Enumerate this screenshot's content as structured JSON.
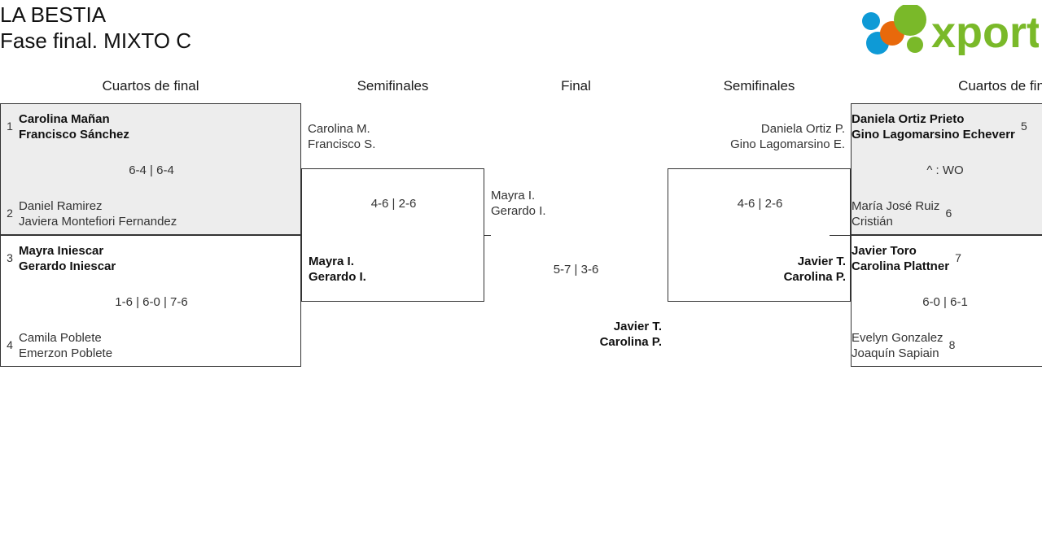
{
  "header": {
    "title_line1": "LA BESTIA",
    "title_line2": "Fase final. MIXTO C",
    "logo_text": "xporty"
  },
  "colors": {
    "shade": "#ededed",
    "border": "#333333",
    "text": "#333333",
    "logo_green": "#7ab929",
    "logo_blue": "#0e9ad6",
    "logo_orange": "#e8690b"
  },
  "rounds": {
    "qf_left": "Cuartos de final",
    "sf_left": "Semifinales",
    "final": "Final",
    "sf_right": "Semifinales",
    "qf_right": "Cuartos de fin"
  },
  "bracket": {
    "qf_left": [
      {
        "teams": [
          {
            "seed": "1",
            "player1": "Carolina Mañan",
            "player2": "Francisco Sánchez",
            "winner": true
          },
          {
            "seed": "2",
            "player1": "Daniel Ramirez",
            "player2": "Javiera Montefiori Fernandez",
            "winner": false
          }
        ],
        "score": "6-4 | 6-4"
      },
      {
        "teams": [
          {
            "seed": "3",
            "player1": "Mayra Iniescar",
            "player2": "Gerardo Iniescar",
            "winner": true
          },
          {
            "seed": "4",
            "player1": "Camila Poblete",
            "player2": "Emerzon Poblete",
            "winner": false
          }
        ],
        "score": "1-6 | 6-0 | 7-6"
      }
    ],
    "qf_right": [
      {
        "teams": [
          {
            "seed": "5",
            "player1": "Daniela Ortiz Prieto",
            "player2": "Gino Lagomarsino Echeverr",
            "winner": true
          },
          {
            "seed": "6",
            "player1": "María José Ruiz",
            "player2": "Cristián",
            "winner": false
          }
        ],
        "score": "^ : WO"
      },
      {
        "teams": [
          {
            "seed": "7",
            "player1": "Javier Toro",
            "player2": "Carolina Plattner",
            "winner": true
          },
          {
            "seed": "8",
            "player1": "Evelyn Gonzalez",
            "player2": "Joaquín Sapiain",
            "winner": false
          }
        ],
        "score": "6-0 | 6-1"
      }
    ],
    "sf_left": {
      "top_team": {
        "player1": "Carolina M.",
        "player2": "Francisco S.",
        "winner": false
      },
      "bottom_team": {
        "player1": "Mayra I.",
        "player2": "Gerardo I.",
        "winner": true
      },
      "score": "4-6 | 2-6"
    },
    "sf_right": {
      "top_team": {
        "player1": "Daniela Ortiz P.",
        "player2": "Gino Lagomarsino E.",
        "winner": false
      },
      "bottom_team": {
        "player1": "Javier T.",
        "player2": "Carolina P.",
        "winner": true
      },
      "score": "4-6 | 2-6"
    },
    "final": {
      "top_team": {
        "player1": "Mayra I.",
        "player2": "Gerardo I.",
        "winner": false
      },
      "bottom_team": {
        "player1": "Javier T.",
        "player2": "Carolina P.",
        "winner": true
      },
      "score": "5-7 | 3-6"
    }
  }
}
